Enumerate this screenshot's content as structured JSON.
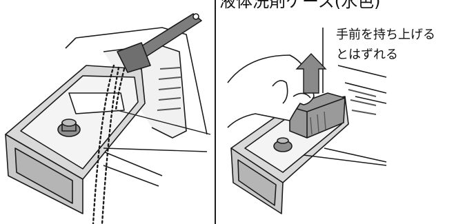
{
  "labels": {
    "top": "液体洗剤ケース(水色)",
    "callout_line1": "手前を持ち上げる",
    "callout_line2": "とはずれる"
  },
  "colors": {
    "line": "#1a1a1a",
    "drawer_gray": "#c9c9c9",
    "drawer_dark": "#8f8f8f",
    "case_fill": "#9a9a9a",
    "arrow_fill": "#8a8a8a",
    "scoop_fill": "#7d7d7d"
  }
}
